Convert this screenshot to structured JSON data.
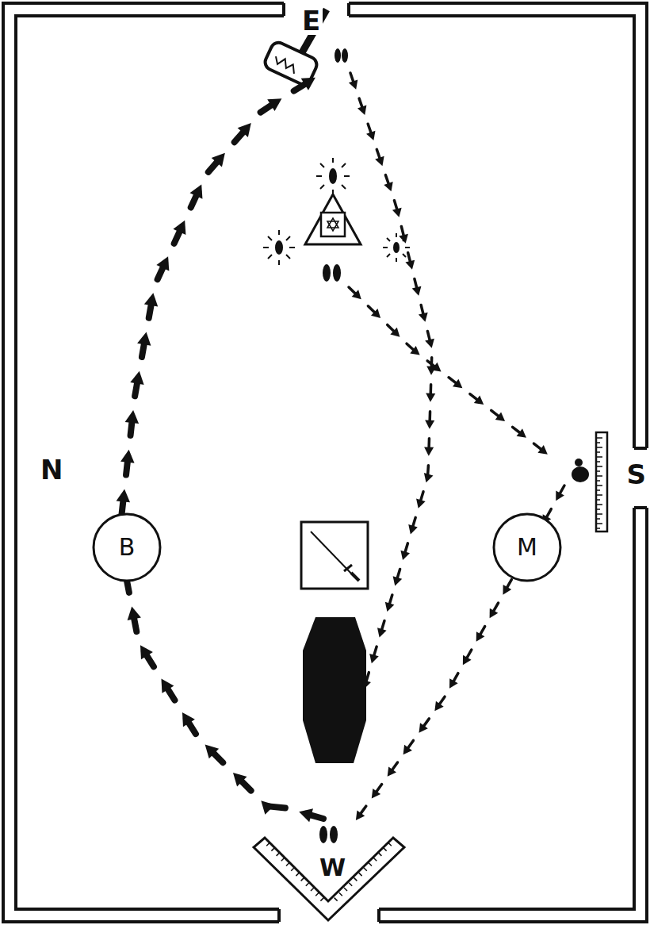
{
  "diagram": {
    "nodes": [
      {
        "text": [
          "B"
        ]
      },
      {
        "text": [
          "M"
        ]
      }
    ],
    "labels": [
      "E",
      "N",
      "S",
      "W"
    ]
  }
}
